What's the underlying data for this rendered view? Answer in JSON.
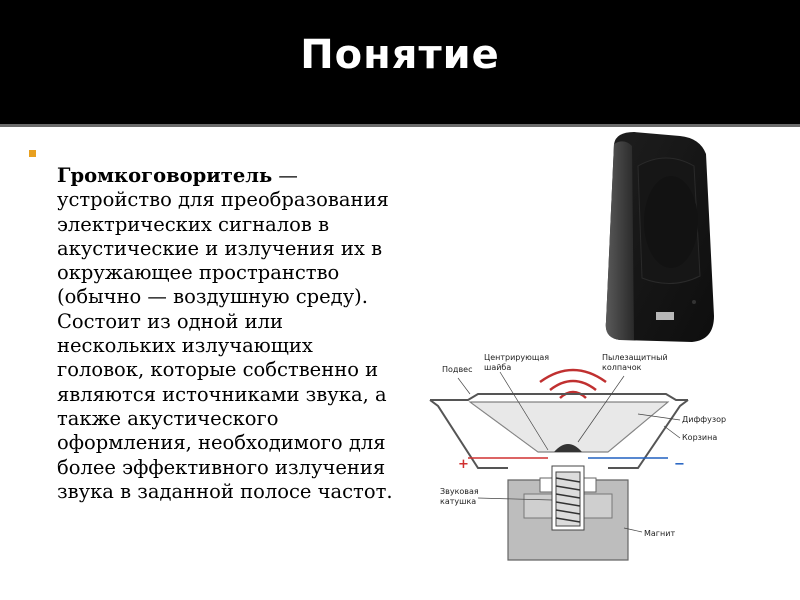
{
  "slide": {
    "title": "Понятие",
    "term": "Громкоговоритель",
    "definition": " — устройство для преобразования электрических сигналов в акустические и излучения их в окружающее пространство (обычно — воздушную среду). Состоит из одной или нескольких излучающих головок, которые собственно и являются источниками звука, а также акустического оформления, необходимого для более эффективного излучения звука в заданной полосе частот."
  },
  "diagram": {
    "labels": {
      "suspension": "Подвес",
      "centering_washer_1": "Центрирующая",
      "centering_washer_2": "шайба",
      "dust_cap_1": "Пылезащитный",
      "dust_cap_2": "колпачок",
      "diffuser": "Диффузор",
      "basket": "Корзина",
      "voice_coil_1": "Звуковая",
      "voice_coil_2": "катушка",
      "magnet": "Магнит",
      "plus": "+",
      "minus": "−"
    }
  },
  "colors": {
    "accent": "#e8a020",
    "title_bg": "#000000",
    "title_fg": "#ffffff",
    "plus": "#d03030",
    "minus": "#2060c0",
    "waves": "#c03030"
  }
}
